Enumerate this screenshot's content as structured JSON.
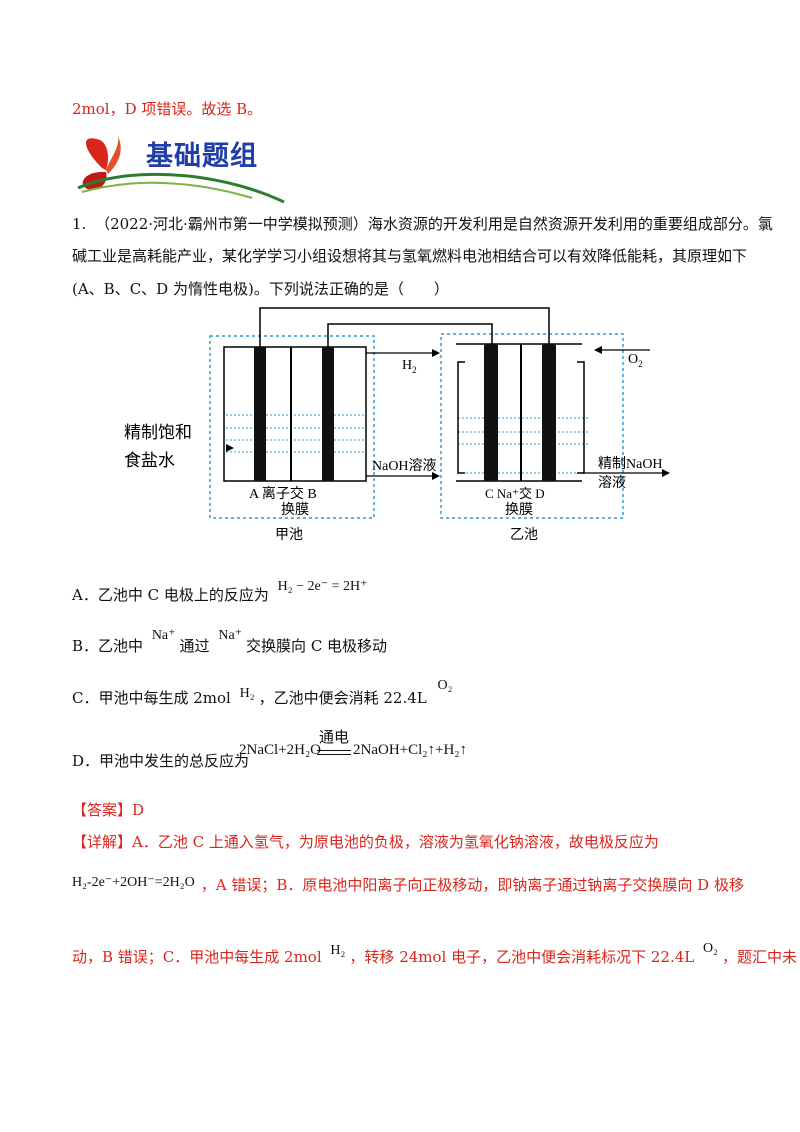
{
  "top_line": "2mol，D 项错误。故选 B。",
  "banner": {
    "title": "基础题组"
  },
  "question": {
    "number": "1.",
    "source": "（2022·河北·霸州市第一中学模拟预测）",
    "line1": "海水资源的开发利用是自然资源开发利用的重要组成部分。氯",
    "line2": "碱工业是高耗能产业，某化学学习小组设想将其与氢氧燃料电池相结合可以有效降低能耗，其原理如下",
    "line3": "(A、B、C、D 为惰性电极)。下列说法正确的是（　　）"
  },
  "figure": {
    "brine_label_1": "精制饱和",
    "brine_label_2": "食盐水",
    "h2": "H",
    "h2_sub": "2",
    "o2": "O",
    "o2_sub": "2",
    "naoh_solution": "NaOH溶液",
    "refined_naoh_1": "精制NaOH",
    "refined_naoh_2": "溶液",
    "left_membrane_1": "A  离子交  B",
    "left_membrane_2": "换膜",
    "right_membrane_1": "C  Na⁺交 D",
    "right_membrane_2": "换膜",
    "left_cell": "甲池",
    "right_cell": "乙池"
  },
  "options": {
    "a_prefix": "A．乙池中 C 电极上的反应为",
    "a_formula": "H₂ − 2e⁻ = 2H⁺",
    "b_prefix": "B．乙池中",
    "b_na1": "Na⁺",
    "b_mid": "通过",
    "b_na2": "Na⁺",
    "b_suffix": "交换膜向 C 电极移动",
    "c_prefix": "C．甲池中每生成 2mol",
    "c_h2": "H₂",
    "c_mid": "，乙池中便会消耗 22.4L",
    "c_o2": "O₂",
    "d_prefix": "D．甲池中发生的总反应为",
    "d_condition": "通电",
    "d_left": "2NaCl+2H₂O",
    "d_right": "2NaOH+Cl₂↑+H₂↑"
  },
  "answer": {
    "label": "【答案】D",
    "detail_label": "【详解】",
    "detail_1": "A．乙池 C 上通入氢气，为原电池的负极，溶液为氢氧化钠溶液，故电极反应为",
    "formula_1": "H₂-2e⁻+2OH⁻=2H₂O",
    "detail_2": "，A 错误；B．原电池中阳离子向正极移动，即钠离子通过钠离子交换膜向 D 极移",
    "detail_3a": "动，B 错误；C．甲池中每生成 2mol",
    "detail_3_h2": "H₂",
    "detail_3b": "，转移 24mol 电子，乙池中便会消耗标况下 22.4L",
    "detail_3_o2": "O₂",
    "detail_3c": "，题汇中未"
  }
}
